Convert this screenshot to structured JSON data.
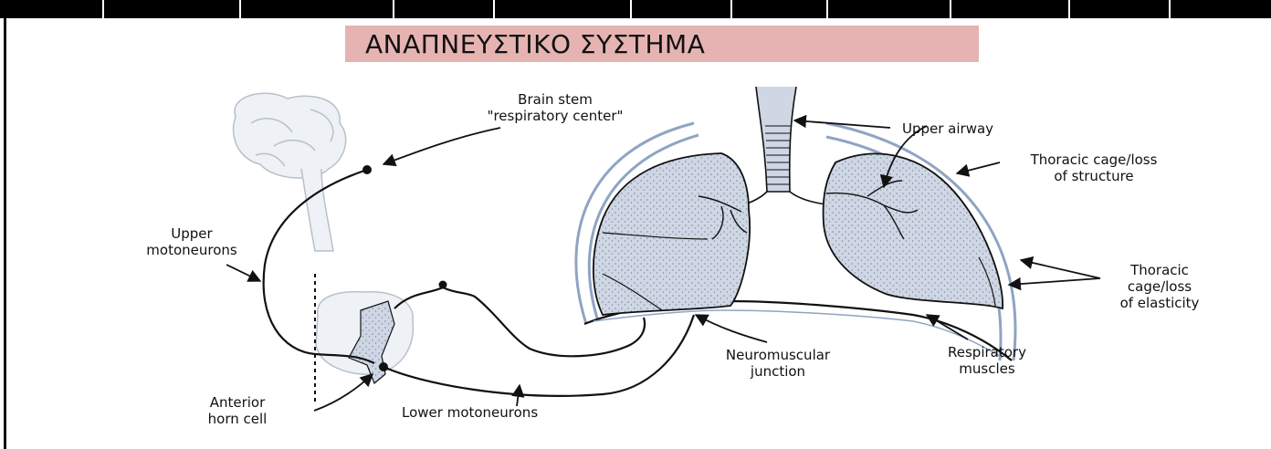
{
  "title": "ΑΝΑΠΝΕΥΣΤΙΚΟ ΣΥΣΤΗΜΑ",
  "labels": {
    "brain_stem": [
      "Brain stem",
      "\"respiratory center\""
    ],
    "upper_airway": "Upper airway",
    "thoracic_structure": [
      "Thoracic cage/loss",
      "of structure"
    ],
    "upper_motoneurons": [
      "Upper",
      "motoneurons"
    ],
    "thoracic_elasticity": [
      "Thoracic",
      "cage/loss",
      "of elasticity"
    ],
    "neuromuscular": [
      "Neuromuscular",
      "junction"
    ],
    "respiratory_muscles": [
      "Respiratory",
      "muscles"
    ],
    "anterior_horn": [
      "Anterior",
      "horn cell"
    ],
    "lower_motoneurons": "Lower motoneurons"
  },
  "colors": {
    "title_bg": "#e6b3b3",
    "lung_fill": "#cfd6e4",
    "cage_stroke": "#8fa4c4",
    "line": "#111111"
  }
}
